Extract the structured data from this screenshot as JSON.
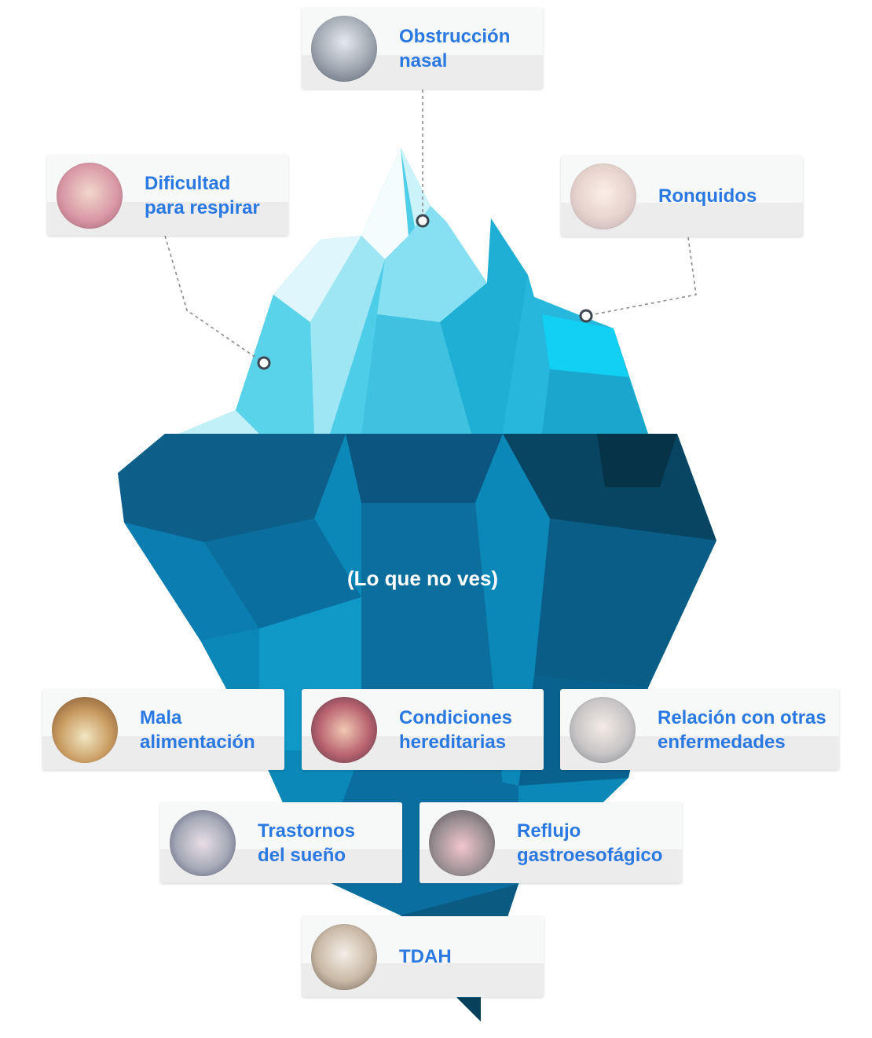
{
  "caption": "(Lo que no ves)",
  "palette": {
    "accent": "#2a79e2",
    "deep": "#0b4d6e",
    "ice": "#7fdcef"
  },
  "visible": [
    {
      "id": "obstruccion",
      "lines": [
        "Obstrucción",
        "nasal"
      ],
      "icon": "sneezing-boy-photo-icon"
    },
    {
      "id": "dificultad",
      "lines": [
        "Dificultad",
        "para respirar"
      ],
      "icon": "girl-chest-pain-photo-icon"
    },
    {
      "id": "ronquidos",
      "lines": [
        "Ronquidos"
      ],
      "icon": "sleeping-baby-photo-icon"
    }
  ],
  "hidden": [
    {
      "id": "mala",
      "lines": [
        "Mala",
        "alimentación"
      ],
      "icon": "child-with-food-plate-photo-icon"
    },
    {
      "id": "condiciones",
      "lines": [
        "Condiciones",
        "hereditarias"
      ],
      "icon": "family-photo-icon"
    },
    {
      "id": "relacion",
      "lines": [
        "Relación con otras",
        "enfermedades"
      ],
      "icon": "child-with-nebulizer-photo-icon"
    },
    {
      "id": "trastornos",
      "lines": [
        "Trastornos",
        "del sueño"
      ],
      "icon": "tired-girl-in-bed-photo-icon"
    },
    {
      "id": "reflujo",
      "lines": [
        "Reflujo",
        "gastroesofágico"
      ],
      "icon": "girl-stomach-ache-photo-icon"
    },
    {
      "id": "tdah",
      "lines": [
        "TDAH"
      ],
      "icon": "boy-doing-homework-photo-icon"
    }
  ]
}
